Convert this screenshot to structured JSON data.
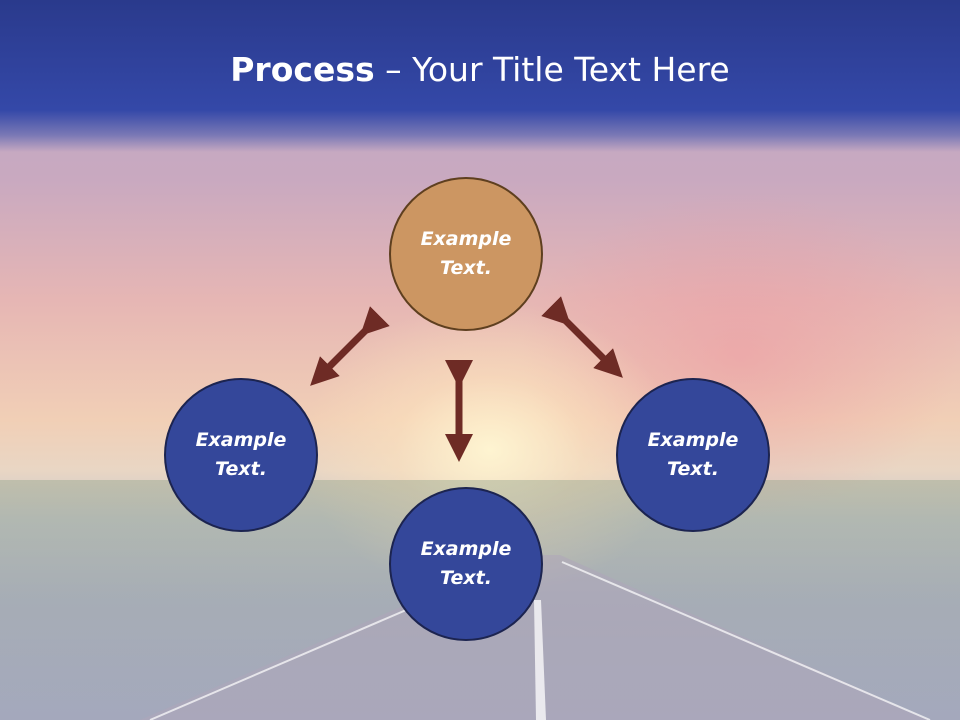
{
  "title": {
    "bold": "Process",
    "rest": " – Your Title Text Here"
  },
  "nodes": {
    "top": "Example Text.",
    "left": "Example Text.",
    "right": "Example Text.",
    "bottom": "Example Text."
  },
  "colors": {
    "header": "#3448a8",
    "node_blue": "#34479a",
    "node_orange": "#cc9662",
    "arrow": "#6e2b25"
  }
}
